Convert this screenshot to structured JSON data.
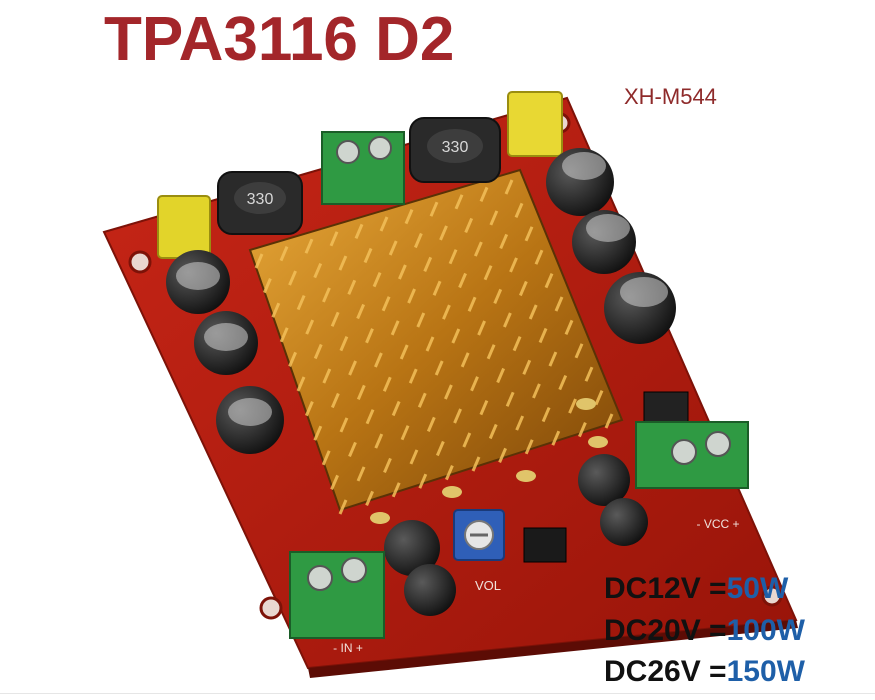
{
  "product": {
    "title": "TPA3116 D2",
    "model": "XH-M544"
  },
  "specs": [
    {
      "voltage": "DC12V",
      "sep": " =",
      "power": "50W"
    },
    {
      "voltage": "DC20V",
      "sep": " =",
      "power": "100W"
    },
    {
      "voltage": "DC26V",
      "sep": " =",
      "power": "150W"
    }
  ],
  "board": {
    "inductor_marking": "330",
    "pot_label": "VOL",
    "input_label": "- IN +",
    "power_label": "- VCC +"
  },
  "colors": {
    "title": "#a3262a",
    "pcb": "#b51d12",
    "heatsink": "#c98a1c",
    "terminal": "#2f9a43",
    "power_value": "#1e5fa8"
  }
}
